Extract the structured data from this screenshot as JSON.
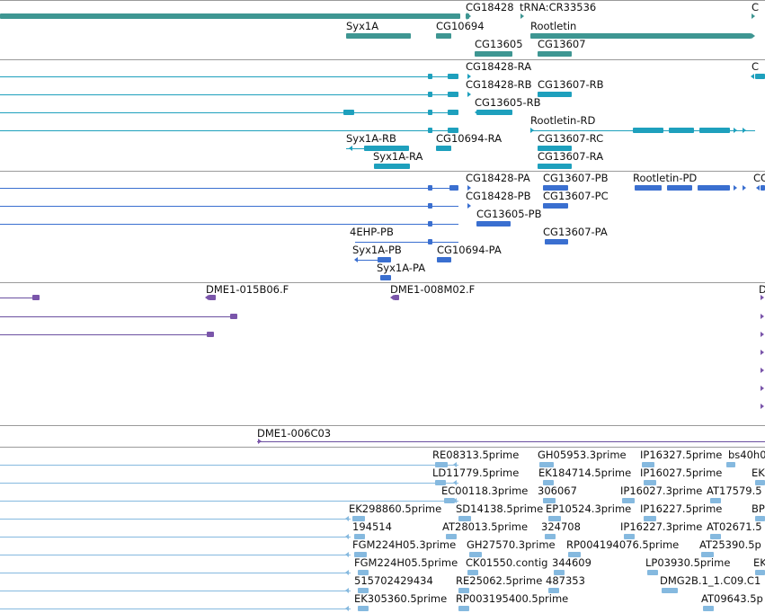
{
  "colors": {
    "gene": "#3e9692",
    "transcript": "#1ea0bd",
    "protein": "#3a6fd0",
    "probe": "#7a55aa",
    "probe_line": "#6b4fa0",
    "est": "#85b9df",
    "divider": "#9a9a9a",
    "label": "#111111"
  },
  "tracks": [
    {
      "id": "genes",
      "color": "#3e9692",
      "labels": [
        {
          "text": "CG18428"
        },
        {
          "text": "tRNA:CR33536"
        },
        {
          "text": "C"
        },
        {
          "text": "Syx1A"
        },
        {
          "text": "CG10694"
        },
        {
          "text": "Rootletin"
        },
        {
          "text": "CG13605"
        },
        {
          "text": "CG13607"
        }
      ]
    },
    {
      "id": "transcripts",
      "color": "#1ea0bd",
      "labels": [
        {
          "text": "CG18428-RA"
        },
        {
          "text": "C"
        },
        {
          "text": "CG18428-RB"
        },
        {
          "text": "CG13607-RB"
        },
        {
          "text": "CG13605-RB"
        },
        {
          "text": "Rootletin-RD"
        },
        {
          "text": "Syx1A-RB"
        },
        {
          "text": "CG10694-RA"
        },
        {
          "text": "CG13607-RC"
        },
        {
          "text": "Syx1A-RA"
        },
        {
          "text": "CG13607-RA"
        }
      ]
    },
    {
      "id": "proteins",
      "color": "#3a6fd0",
      "labels": [
        {
          "text": "CG18428-PA"
        },
        {
          "text": "CG13607-PB"
        },
        {
          "text": "Rootletin-PD"
        },
        {
          "text": "CG"
        },
        {
          "text": "CG18428-PB"
        },
        {
          "text": "CG13607-PC"
        },
        {
          "text": "CG13605-PB"
        },
        {
          "text": "4EHP-PB"
        },
        {
          "text": "CG13607-PA"
        },
        {
          "text": "Syx1A-PB"
        },
        {
          "text": "CG10694-PA"
        },
        {
          "text": "Syx1A-PA"
        }
      ]
    },
    {
      "id": "probes",
      "color": "#7a55aa",
      "labels": [
        {
          "text": "DME1-015B06.F"
        },
        {
          "text": "DME1-008M02.F"
        },
        {
          "text": "D"
        }
      ]
    },
    {
      "id": "probe-single",
      "color": "#6b4fa0",
      "labels": [
        {
          "text": "DME1-006C03"
        }
      ]
    },
    {
      "id": "ests",
      "color": "#85b9df",
      "labels": [
        {
          "text": "RE08313.5prime"
        },
        {
          "text": "GH05953.3prime"
        },
        {
          "text": "IP16327.5prime"
        },
        {
          "text": "bs40h0"
        },
        {
          "text": "LD11779.5prime"
        },
        {
          "text": "EK184714.5prime"
        },
        {
          "text": "IP16027.5prime"
        },
        {
          "text": "EK"
        },
        {
          "text": "EC00118.3prime"
        },
        {
          "text": "306067"
        },
        {
          "text": "IP16027.3prime"
        },
        {
          "text": "AT17579.5"
        },
        {
          "text": "EK298860.5prime"
        },
        {
          "text": "SD14138.5prime"
        },
        {
          "text": "EP10524.3prime"
        },
        {
          "text": "IP16227.5prime"
        },
        {
          "text": "BP"
        },
        {
          "text": "194514"
        },
        {
          "text": "AT28013.5prime"
        },
        {
          "text": "324708"
        },
        {
          "text": "IP16227.3prime"
        },
        {
          "text": "AT02671.5"
        },
        {
          "text": "FGM224H05.3prime"
        },
        {
          "text": "GH27570.3prime"
        },
        {
          "text": "RP004194076.5prime"
        },
        {
          "text": "AT25390.5p"
        },
        {
          "text": "FGM224H05.5prime"
        },
        {
          "text": "CK01550.contig"
        },
        {
          "text": "344609"
        },
        {
          "text": "LP03930.5prime"
        },
        {
          "text": "EK"
        },
        {
          "text": "515702429434"
        },
        {
          "text": "RE25062.5prime"
        },
        {
          "text": "487353"
        },
        {
          "text": "DMG2B.1_1.C09.C1"
        },
        {
          "text": "EK305360.5prime"
        },
        {
          "text": "RP003195400.5prime"
        },
        {
          "text": "AT09643.5p"
        }
      ]
    }
  ]
}
